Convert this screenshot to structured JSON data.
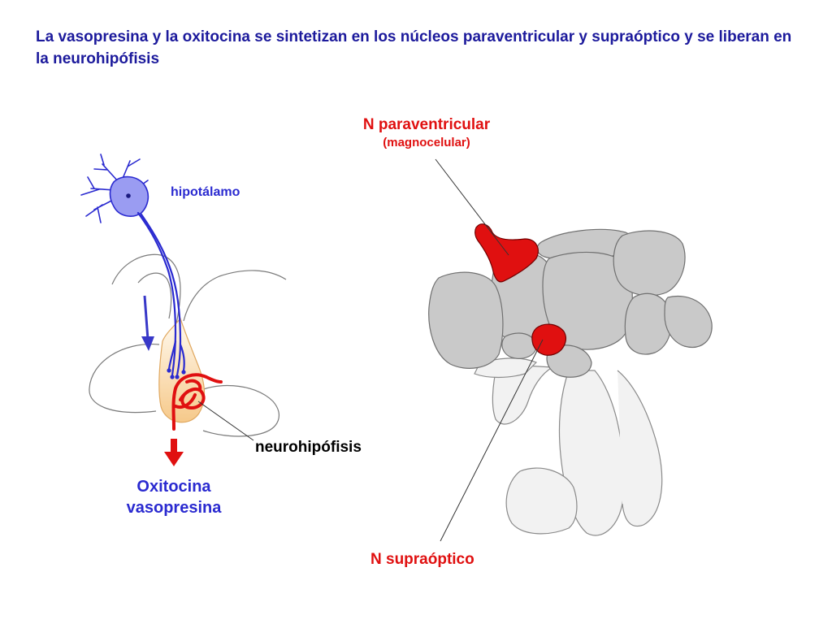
{
  "title": "La vasopresina y la oxitocina se sintetizan en los núcleos paraventricular y supraóptico y se liberan en la neurohipófisis",
  "labels": {
    "hipotalamo": "hipotálamo",
    "neurohipofisis": "neurohipófisis",
    "hormones_line1": "Oxitocina",
    "hormones_line2": "vasopresina",
    "n_paraventricular": "N paraventricular",
    "magnocelular": "(magnocelular)",
    "n_supraoptico": "N supraóptico"
  },
  "colors": {
    "title": "#1c1a9c",
    "neuron": "#2a2ad0",
    "neuron_fill": "#9a9cf2",
    "nucleus_red": "#e01010",
    "pituitary_fill": "#f8d9a8",
    "brain_gray": "#c9c9c9",
    "outline": "#6a6a6a"
  }
}
